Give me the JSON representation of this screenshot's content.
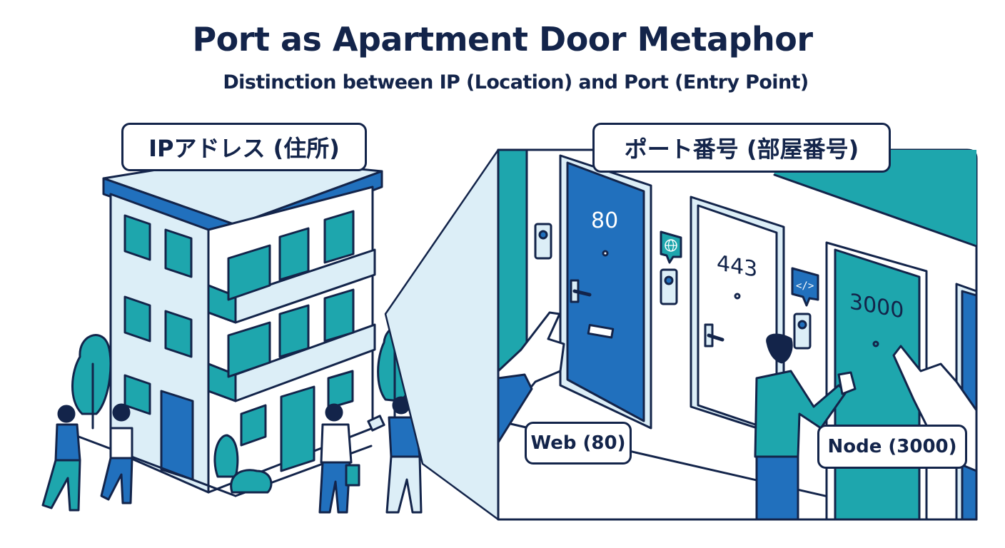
{
  "header": {
    "title": "Port as Apartment Door Metaphor",
    "subtitle": "Distinction between IP (Location) and Port (Entry Point)"
  },
  "left_panel": {
    "label": "IPアドレス (住所)",
    "illustration": "apartment-building-with-people"
  },
  "right_panel": {
    "label": "ポート番号 (部屋番号)",
    "doors": [
      {
        "number": "80",
        "color": "#2170bd",
        "badge_icon": "globe-icon",
        "callout": "Web (80)"
      },
      {
        "number": "443",
        "color": "#ffffff",
        "badge_icon": "code-icon"
      },
      {
        "number": "3000",
        "color": "#1ea6ad",
        "callout": "Node (3000)"
      }
    ]
  },
  "colors": {
    "navy": "#13244a",
    "blue": "#2170bd",
    "teal": "#1ea6ad",
    "light_blue": "#dceef7"
  }
}
